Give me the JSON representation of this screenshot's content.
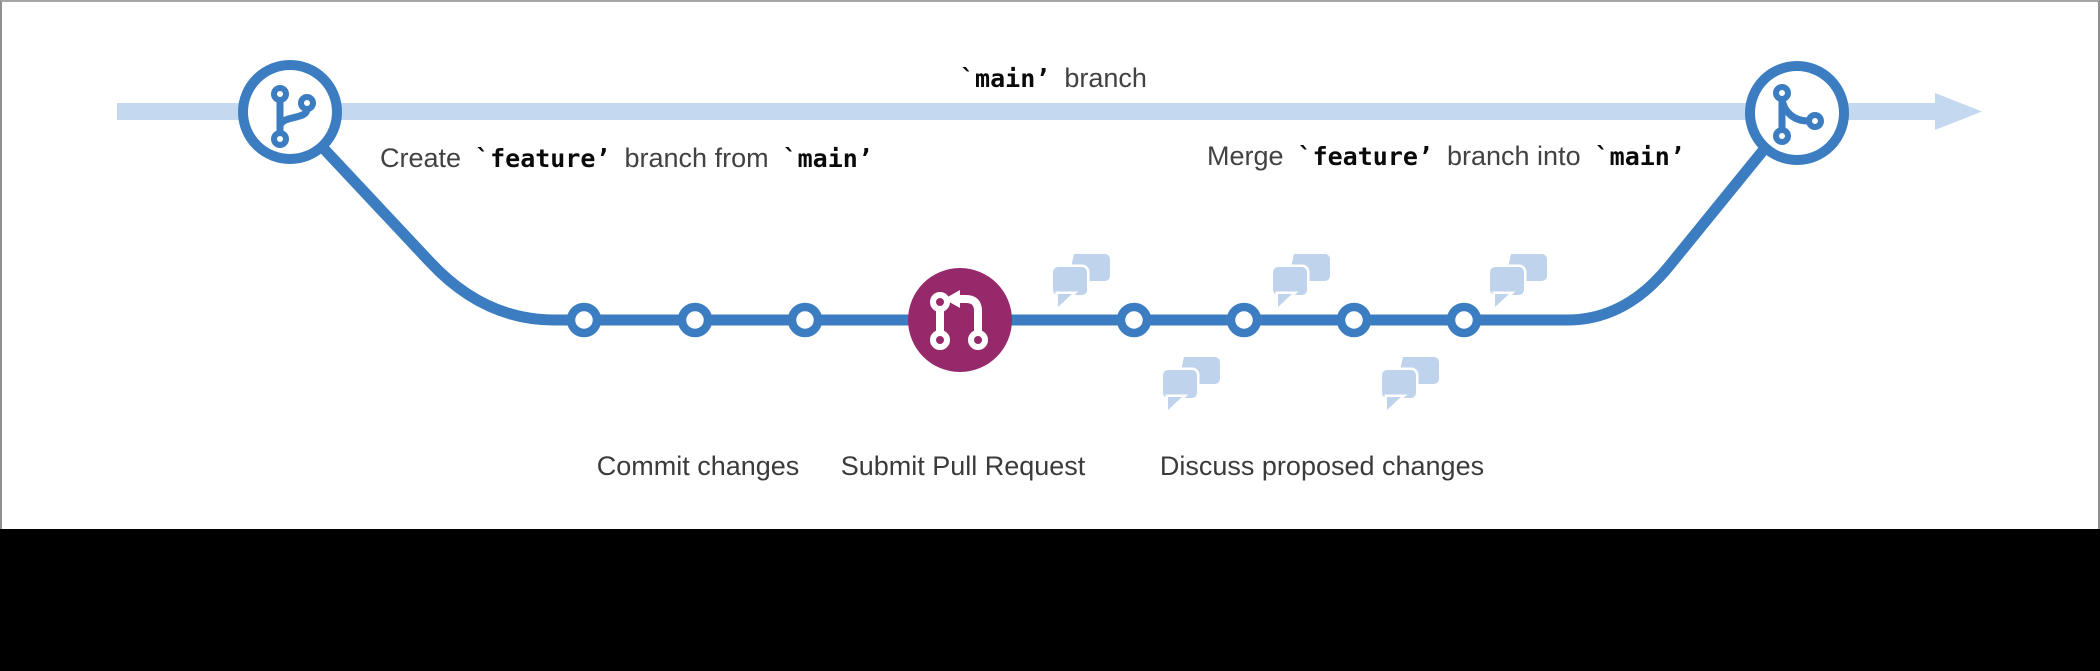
{
  "diagram": {
    "title": "git feature branch workflow",
    "labels": {
      "main_branch": {
        "code": "`main’",
        "text": "branch"
      },
      "create": {
        "prefix": "Create",
        "feature_code": "`feature’",
        "middle": "branch from",
        "main_code": "`main’"
      },
      "merge": {
        "prefix": "Merge",
        "feature_code": "`feature’",
        "middle": "branch into",
        "main_code": "`main’"
      }
    },
    "captions": {
      "commit": "Commit changes",
      "pull_request": "Submit Pull Request",
      "discuss": "Discuss proposed changes"
    },
    "icons": {
      "start_node": "git-branch-icon",
      "end_node": "git-merge-icon",
      "pr_node": "pull-request-icon",
      "discussion": "chat-bubbles-icon",
      "arrow": "main-branch-arrowhead"
    },
    "counts": {
      "commit_dots_before_pr": 3,
      "commit_dots_after_pr": 4,
      "chat_bubbles_above": 3,
      "chat_bubbles_below": 2
    },
    "colors": {
      "branch_blue": "#3b7dc0",
      "main_line_light_blue": "#c4d8ef",
      "bubble_light_blue": "#bfd4ec",
      "pull_request_magenta": "#952969",
      "text_gray": "#424242",
      "code_black": "#0a0a0a",
      "letterbox_black": "#000000",
      "canvas_white": "#ffffff"
    }
  }
}
